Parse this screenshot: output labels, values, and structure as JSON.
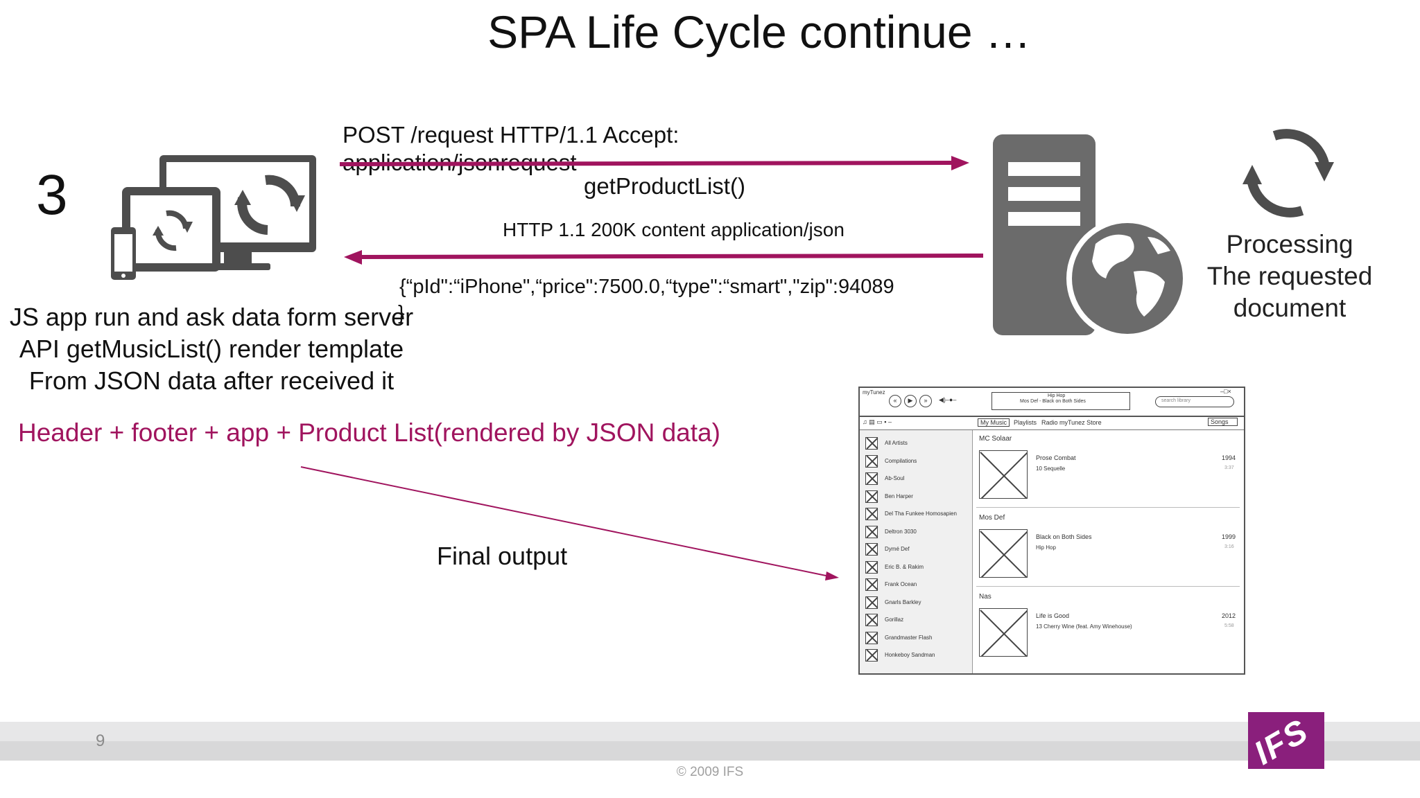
{
  "slide": {
    "title": "SPA Life Cycle continue …",
    "step_number": "3",
    "request_line1": "POST /request HTTP/1.1 Accept:",
    "request_line2": "application/jsonrequest",
    "request_call": "getProductList()",
    "response_header": "HTTP 1.1 200K content application/json",
    "response_body": "{“pId\":“iPhone\",“price\":7500.0,“type\":“smart\",\"zip\":94089",
    "response_close": "}",
    "client_desc": [
      "JS app run and ask data form server",
      "API getMusicList() render template",
      "From JSON data after received it"
    ],
    "processing": [
      "Processing",
      "The requested",
      "document"
    ],
    "composition": "Header + footer + app + Product List(rendered by JSON data)",
    "final_output": "Final output",
    "accent_color": "#a0145e"
  },
  "footer": {
    "page_number": "9",
    "copyright": "© 2009 IFS",
    "logo_text": "IFS"
  },
  "wireframe": {
    "app_name": "myTunez",
    "now_playing_title": "Hip Hop",
    "now_playing_sub": "Mos Def - Black on Both Sides",
    "search_placeholder": "search library",
    "window_controls": "–□×",
    "tabs": [
      "My Music",
      "Playlists",
      "Radio",
      "myTunez Store"
    ],
    "view_select": "Songs",
    "sidebar": [
      "All Artists",
      "Compilations",
      "Ab-Soul",
      "Ben Harper",
      "Del Tha Funkee Homosapien",
      "Deltron 3030",
      "Dymé Def",
      "Eric B. & Rakim",
      "Frank Ocean",
      "Gnarls Barkley",
      "Gorillaz",
      "Grandmaster Flash",
      "Honkeboy Sandman"
    ],
    "albums": [
      {
        "artist": "MC Solaar",
        "album": "Prose Combat",
        "track": "10  Sequelle",
        "year": "1994",
        "time": "3:37"
      },
      {
        "artist": "Mos Def",
        "album": "Black on Both Sides",
        "track": "Hip Hop",
        "year": "1999",
        "time": "3:16"
      },
      {
        "artist": "Nas",
        "album": "Life is Good",
        "track": "13  Cherry Wine (feat. Amy Winehouse)",
        "year": "2012",
        "time": "5:58"
      }
    ]
  }
}
